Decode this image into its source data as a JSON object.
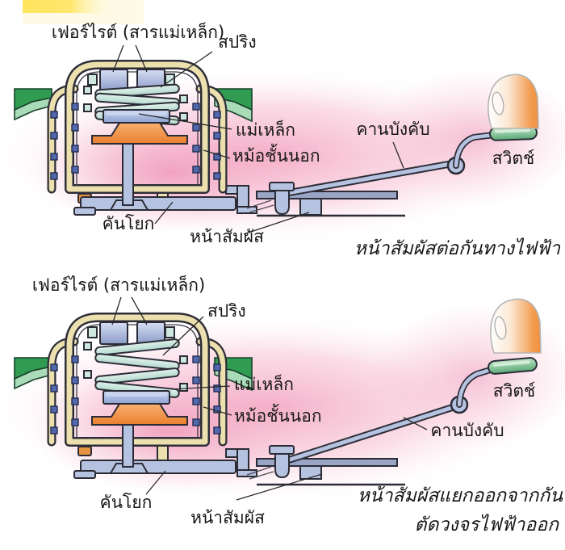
{
  "panels": {
    "top": {
      "labels": {
        "ferrite": "เฟอร์ไรต์ (สารแม่เหล็ก)",
        "spring": "สปริง",
        "magnet": "แม่เหล็ก",
        "outer_pot": "หม้อชั้นนอก",
        "control_beam": "คานบังคับ",
        "switch": "สวิตช์",
        "lever": "คันโยก",
        "contact": "หน้าสัมผัส"
      },
      "caption": "หน้าสัมผัสต่อกันทางไฟฟ้า"
    },
    "bottom": {
      "labels": {
        "ferrite": "เฟอร์ไรต์ (สารแม่เหล็ก)",
        "spring": "สปริง",
        "magnet": "แม่เหล็ก",
        "outer_pot": "หม้อชั้นนอก",
        "control_beam": "คานบังคับ",
        "switch": "สวิตช์",
        "lever": "คันโยก",
        "contact": "หน้าสัมผัส"
      },
      "caption_line1": "หน้าสัมผัสแยกออกจากกัน",
      "caption_line2": "ตัดวงจรไฟฟ้าออก"
    }
  },
  "palette": {
    "pot_wall": "#ece0ae",
    "outline": "#2b2b36",
    "rivet": "#5268ae",
    "ferrite": "#aab8dc",
    "spring": "#cfe8df",
    "magnet": "#9fb2da",
    "heater_cap": "#ef8c3e",
    "linkage": "#b6c3e0",
    "switch_button": "#7cc496",
    "handle_green": "#2f9c52",
    "finger": "#f19a4e",
    "background_pink": "#f6b8cd",
    "corner_yellow": "#ffe45e"
  }
}
